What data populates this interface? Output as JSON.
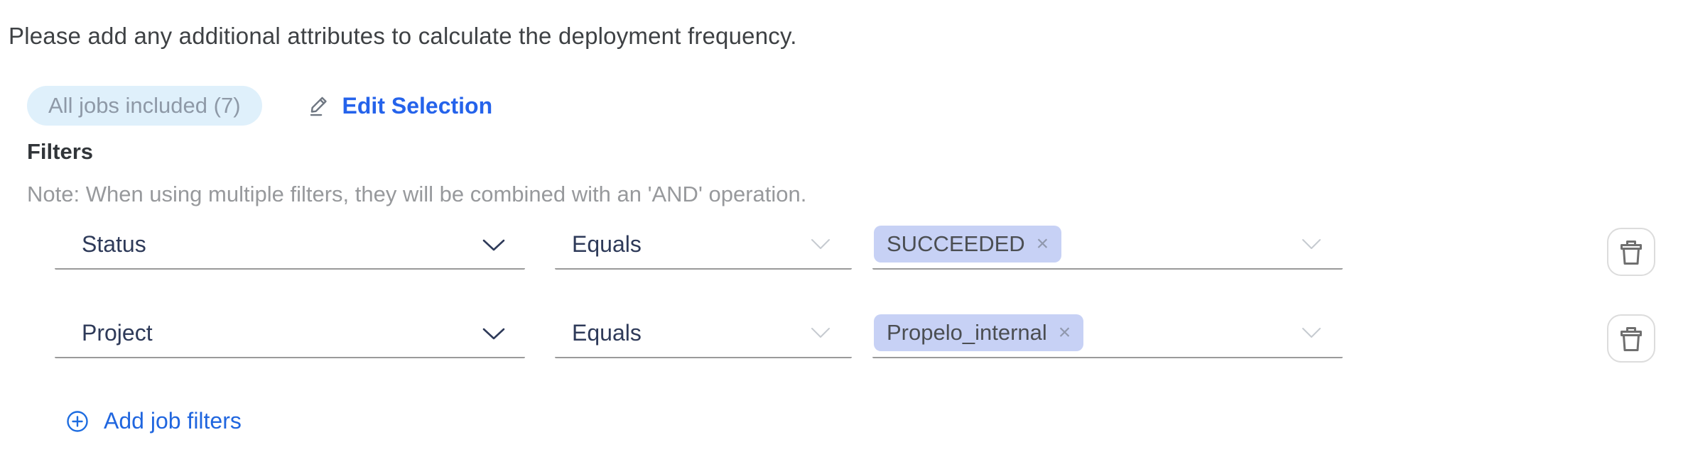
{
  "intro_text": "Please add any additional attributes to calculate the deployment frequency.",
  "jobs_badge": {
    "label": "All jobs included (7)"
  },
  "edit_selection": {
    "label": "Edit Selection"
  },
  "filters": {
    "heading": "Filters",
    "note": "Note: When using multiple filters, they will be combined with an 'AND' operation.",
    "rows": [
      {
        "attribute": "Status",
        "operator": "Equals",
        "values": [
          {
            "label": "SUCCEEDED"
          }
        ]
      },
      {
        "attribute": "Project",
        "operator": "Equals",
        "values": [
          {
            "label": "Propelo_internal"
          }
        ]
      }
    ],
    "add_button_label": "Add job filters"
  },
  "icons": {
    "close_glyph": "×",
    "edit_pencil": "pencil-with-underline",
    "chevron_down": "chevron-down",
    "trash": "trash-can",
    "circle_plus": "circle-plus"
  },
  "colors": {
    "link_blue": "#2563eb",
    "badge_bg": "#dff0fb",
    "badge_text": "#8e99a7",
    "tag_bg": "#c7d1f5",
    "field_text": "#2e3a59",
    "underline": "#9a9a9a",
    "note_text": "#97999c"
  }
}
